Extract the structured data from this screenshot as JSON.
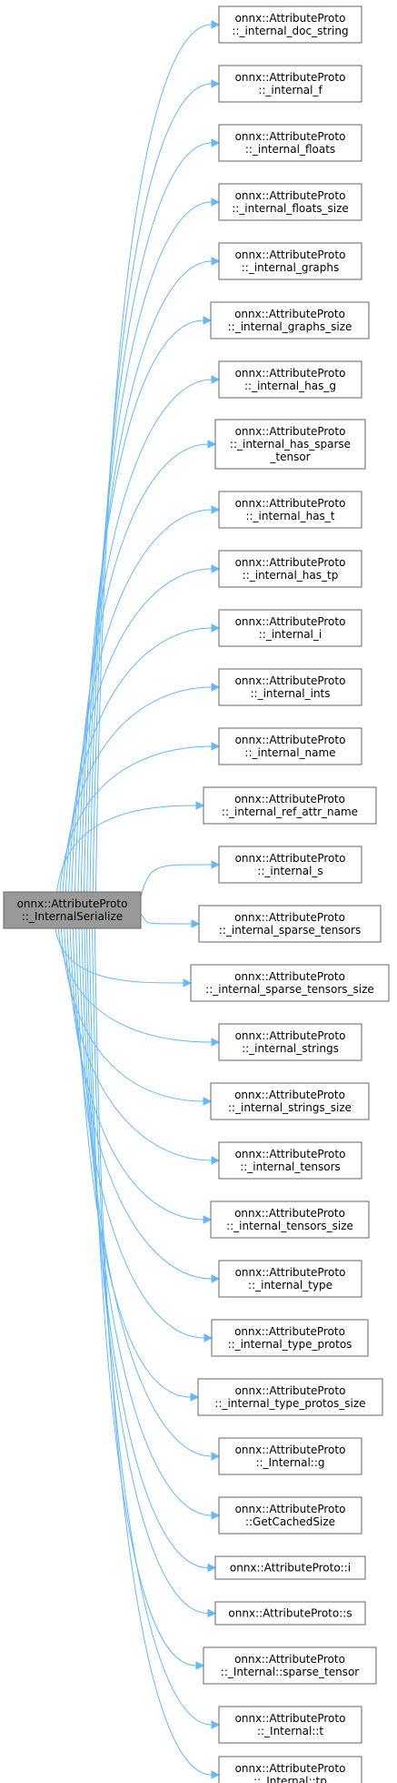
{
  "graph": {
    "root": {
      "lines": [
        "onnx::AttributeProto",
        "::_InternalSerialize"
      ]
    },
    "callees": [
      {
        "lines": [
          "onnx::AttributeProto",
          "::_internal_doc_string"
        ]
      },
      {
        "lines": [
          "onnx::AttributeProto",
          "::_internal_f"
        ]
      },
      {
        "lines": [
          "onnx::AttributeProto",
          "::_internal_floats"
        ]
      },
      {
        "lines": [
          "onnx::AttributeProto",
          "::_internal_floats_size"
        ]
      },
      {
        "lines": [
          "onnx::AttributeProto",
          "::_internal_graphs"
        ]
      },
      {
        "lines": [
          "onnx::AttributeProto",
          "::_internal_graphs_size"
        ]
      },
      {
        "lines": [
          "onnx::AttributeProto",
          "::_internal_has_g"
        ]
      },
      {
        "lines": [
          "onnx::AttributeProto",
          "::_internal_has_sparse",
          "_tensor"
        ]
      },
      {
        "lines": [
          "onnx::AttributeProto",
          "::_internal_has_t"
        ]
      },
      {
        "lines": [
          "onnx::AttributeProto",
          "::_internal_has_tp"
        ]
      },
      {
        "lines": [
          "onnx::AttributeProto",
          "::_internal_i"
        ]
      },
      {
        "lines": [
          "onnx::AttributeProto",
          "::_internal_ints"
        ]
      },
      {
        "lines": [
          "onnx::AttributeProto",
          "::_internal_name"
        ]
      },
      {
        "lines": [
          "onnx::AttributeProto",
          "::_internal_ref_attr_name"
        ]
      },
      {
        "lines": [
          "onnx::AttributeProto",
          "::_internal_s"
        ]
      },
      {
        "lines": [
          "onnx::AttributeProto",
          "::_internal_sparse_tensors"
        ]
      },
      {
        "lines": [
          "onnx::AttributeProto",
          "::_internal_sparse_tensors_size"
        ]
      },
      {
        "lines": [
          "onnx::AttributeProto",
          "::_internal_strings"
        ]
      },
      {
        "lines": [
          "onnx::AttributeProto",
          "::_internal_strings_size"
        ]
      },
      {
        "lines": [
          "onnx::AttributeProto",
          "::_internal_tensors"
        ]
      },
      {
        "lines": [
          "onnx::AttributeProto",
          "::_internal_tensors_size"
        ]
      },
      {
        "lines": [
          "onnx::AttributeProto",
          "::_internal_type"
        ]
      },
      {
        "lines": [
          "onnx::AttributeProto",
          "::_internal_type_protos"
        ]
      },
      {
        "lines": [
          "onnx::AttributeProto",
          "::_internal_type_protos_size"
        ]
      },
      {
        "lines": [
          "onnx::AttributeProto",
          "::_Internal::g"
        ]
      },
      {
        "lines": [
          "onnx::AttributeProto",
          "::GetCachedSize"
        ]
      },
      {
        "lines": [
          "onnx::AttributeProto::i"
        ]
      },
      {
        "lines": [
          "onnx::AttributeProto::s"
        ]
      },
      {
        "lines": [
          "onnx::AttributeProto",
          "::_Internal::sparse_tensor"
        ]
      },
      {
        "lines": [
          "onnx::AttributeProto",
          "::_Internal::t"
        ]
      },
      {
        "lines": [
          "onnx::AttributeProto",
          "::_Internal::tp"
        ]
      }
    ]
  }
}
